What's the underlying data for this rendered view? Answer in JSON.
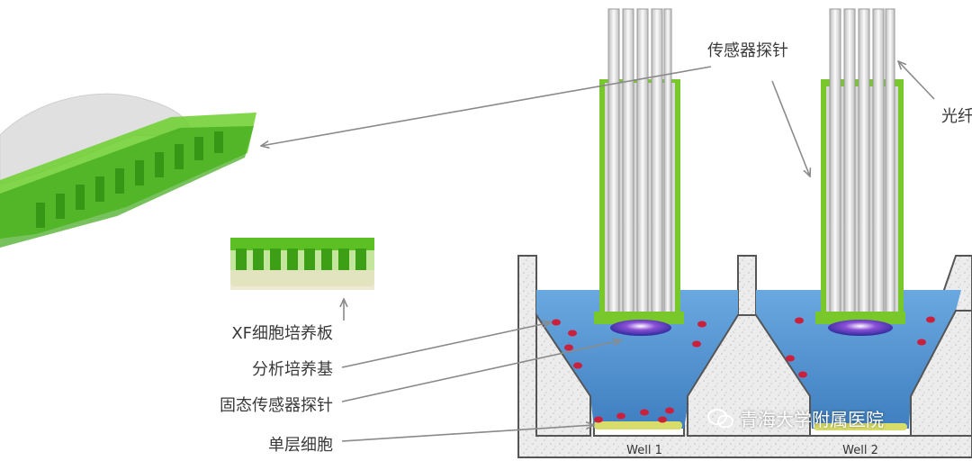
{
  "labels": {
    "sensor_probe_top": "传感器探针",
    "optical_fiber": "光纤",
    "xf_plate": "XF细胞培养板",
    "analysis_medium": "分析培养基",
    "solid_sensor_probe": "固态传感器探针",
    "monolayer_cells": "单层细胞",
    "well_1": "Well 1",
    "well_2": "Well 2"
  },
  "watermark": {
    "text": "青海大学附属医院",
    "icon": "wechat-icon"
  },
  "colors": {
    "medium_blue": "#4f8fcf",
    "probe_green": "#78c82c",
    "cell_red": "#cc1f3c",
    "cell_yellow": "#d8dc6a",
    "well_wall": "#e9e9e9",
    "arrow_gray": "#8a8a8a"
  }
}
